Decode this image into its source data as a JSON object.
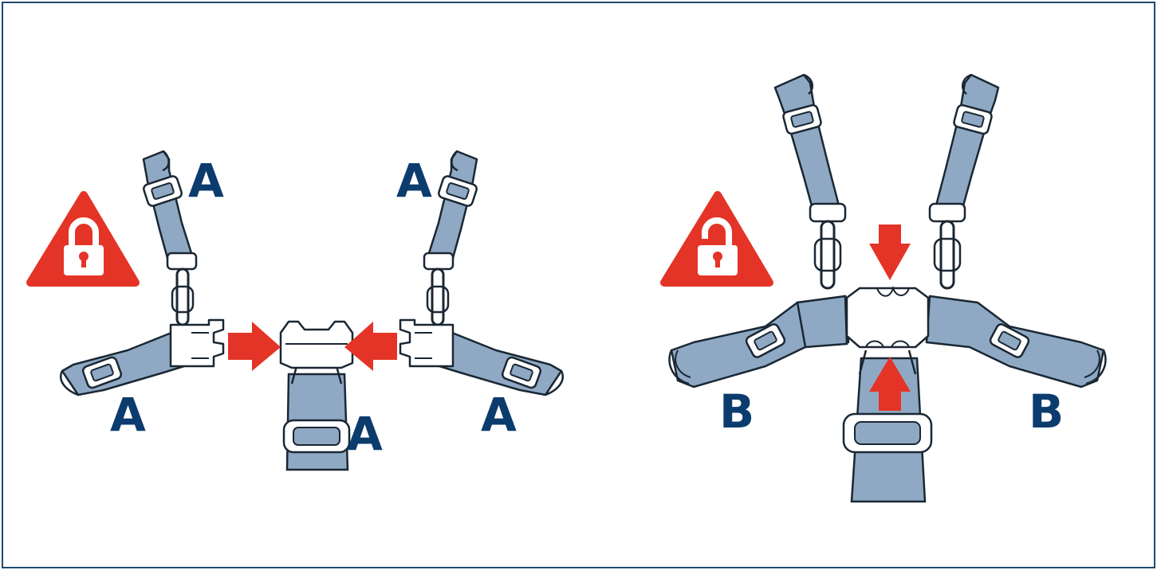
{
  "colors": {
    "strap": "#8fa9c4",
    "outline": "#1a2733",
    "arrow": "#e43427",
    "warning": "#e43427",
    "label": "#0c3c6e",
    "frame": "#1f4a70"
  },
  "left_panel": {
    "icon": "locked-padlock-warning-icon",
    "labels": [
      "A",
      "A",
      "A",
      "A",
      "A"
    ]
  },
  "right_panel": {
    "icon": "unlocked-padlock-warning-icon",
    "labels": [
      "B",
      "B"
    ]
  }
}
